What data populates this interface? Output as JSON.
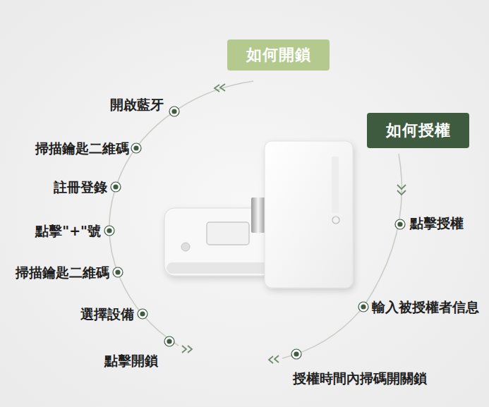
{
  "diagram": {
    "nodes": [
      {
        "text": [
          "如何開鎖"
        ]
      },
      {
        "text": [
          "如何授權"
        ]
      }
    ],
    "labels": [
      "開啟藍牙",
      "掃描鑰匙二維碼",
      "註冊登錄",
      "點擊\"+\"號",
      "掃描鑰匙二維碼",
      "選擇設備",
      "點擊開鎖",
      "點擊授權",
      "輸入被授權者信息",
      "授權時間內掃碼開關鎖"
    ]
  }
}
